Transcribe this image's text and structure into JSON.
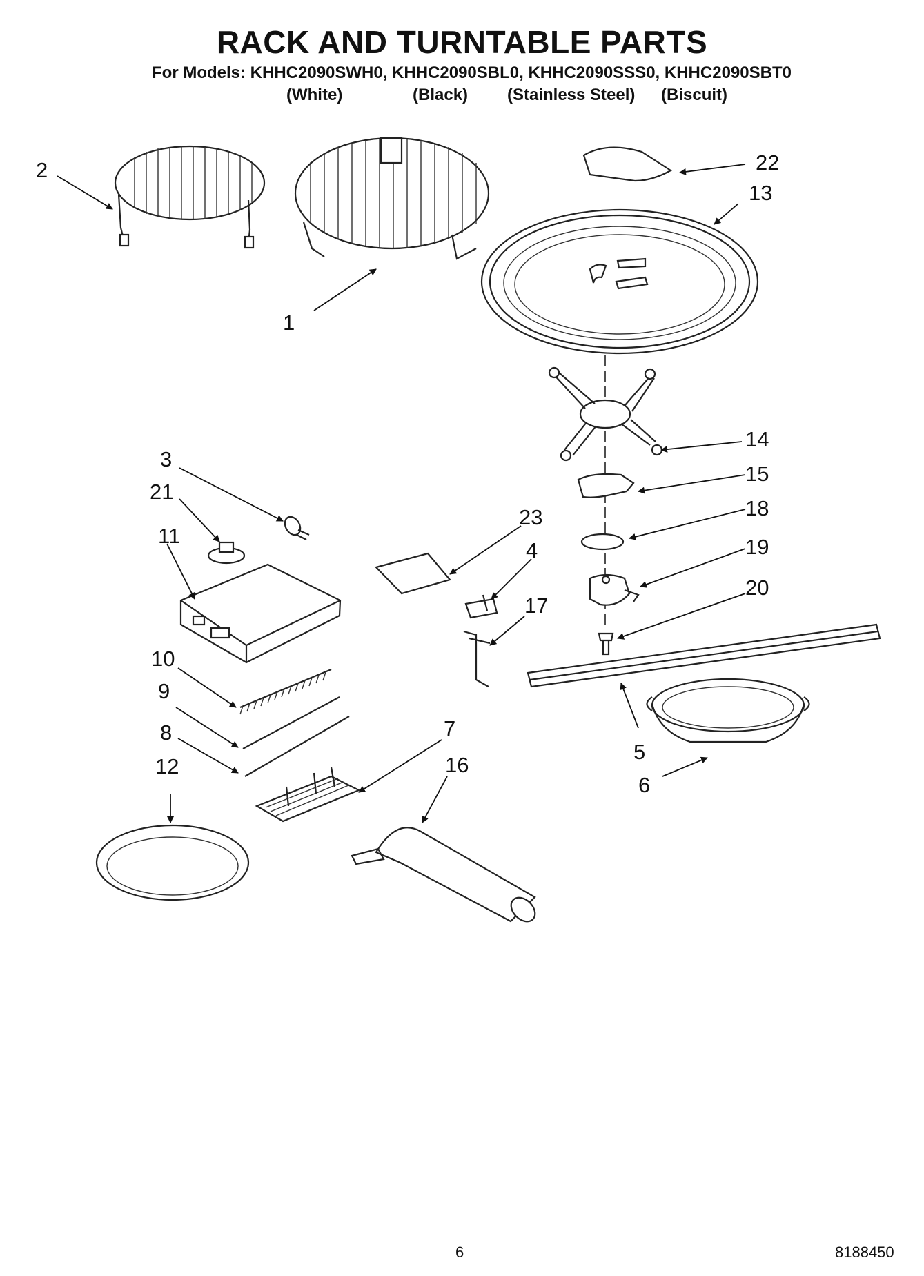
{
  "title": "RACK AND TURNTABLE PARTS",
  "models_line": "For Models: KHHC2090SWH0, KHHC2090SBL0, KHHC2090SSS0, KHHC2090SBT0",
  "variants": [
    "(White)",
    "(Black)",
    "(Stainless Steel)",
    "(Biscuit)"
  ],
  "callouts": [
    "1",
    "2",
    "3",
    "4",
    "5",
    "6",
    "7",
    "8",
    "9",
    "10",
    "11",
    "12",
    "13",
    "14",
    "15",
    "16",
    "17",
    "18",
    "19",
    "20",
    "21",
    "22",
    "23"
  ],
  "footer": {
    "page_number": "6",
    "doc_number": "8188450"
  }
}
